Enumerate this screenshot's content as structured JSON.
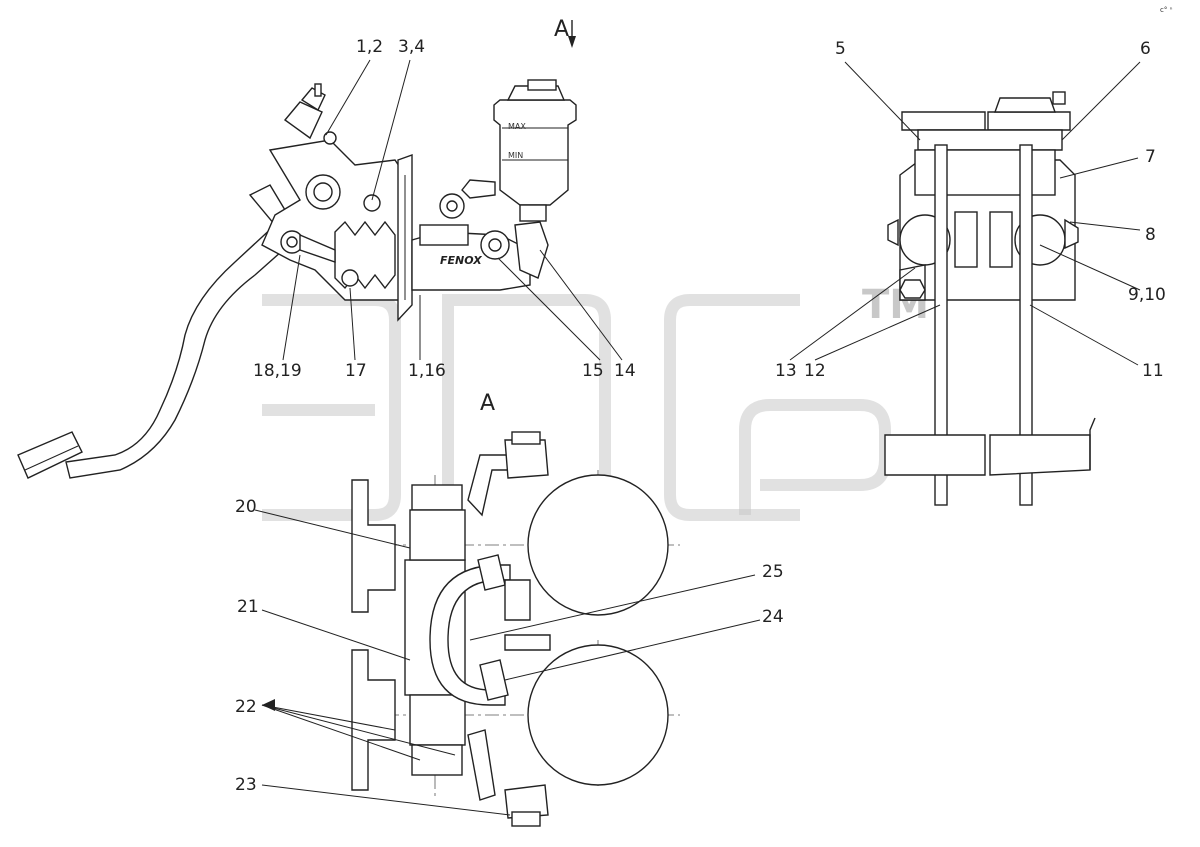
{
  "view_labels": {
    "section_arrow": "A",
    "view": "A"
  },
  "callouts": [
    {
      "id": "c-1-2",
      "text": "1,2"
    },
    {
      "id": "c-3-4",
      "text": "3,4"
    },
    {
      "id": "c-18-19",
      "text": "18,19"
    },
    {
      "id": "c-17",
      "text": "17"
    },
    {
      "id": "c-1-16",
      "text": "1,16"
    },
    {
      "id": "c-15",
      "text": "15"
    },
    {
      "id": "c-14",
      "text": "14"
    },
    {
      "id": "c-5",
      "text": "5"
    },
    {
      "id": "c-6",
      "text": "6"
    },
    {
      "id": "c-7",
      "text": "7"
    },
    {
      "id": "c-8",
      "text": "8"
    },
    {
      "id": "c-9-10",
      "text": "9,10"
    },
    {
      "id": "c-13",
      "text": "13"
    },
    {
      "id": "c-12",
      "text": "12"
    },
    {
      "id": "c-11",
      "text": "11"
    },
    {
      "id": "c-20",
      "text": "20"
    },
    {
      "id": "c-21",
      "text": "21"
    },
    {
      "id": "c-22",
      "text": "22"
    },
    {
      "id": "c-23",
      "text": "23"
    },
    {
      "id": "c-24",
      "text": "24"
    },
    {
      "id": "c-25",
      "text": "25"
    }
  ],
  "reservoir": {
    "max_label": "MAX",
    "min_label": "MIN"
  },
  "cylinder_brand": "FENOX",
  "watermark": {
    "text": "эпс",
    "tm": "TM"
  },
  "corner_mark": "c° ⁿ"
}
